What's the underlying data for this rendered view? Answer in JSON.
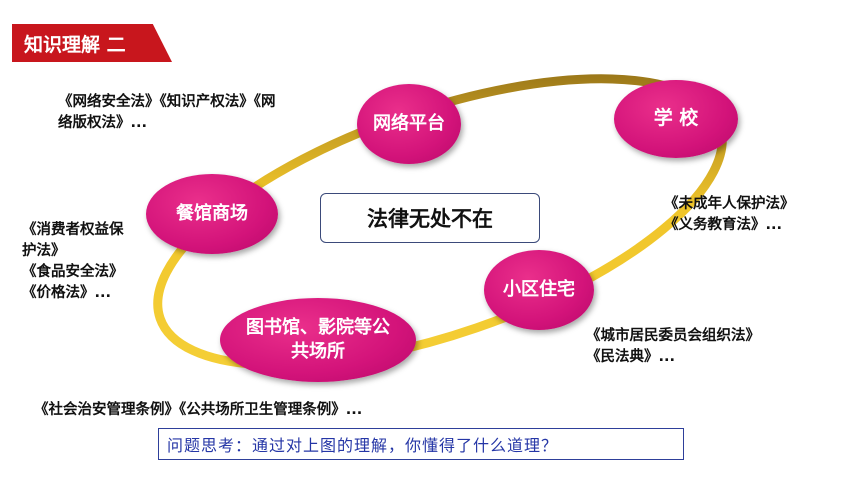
{
  "title": "知识理解 二",
  "center_label": "法律无处不在",
  "nodes": {
    "network": "网络平台",
    "school": "学 校",
    "restaurant": "餐馆商场",
    "community": "小区住宅",
    "library": "图书馆、影院等公\n共场所"
  },
  "laws": {
    "network": "《网络安全法》《知识产权法》《网\n络版权法》...",
    "school": "《未成年人保护法》\n《义务教育法》...",
    "restaurant": "《消费者权益保\n护法》\n《食品安全法》\n《价格法》...",
    "community": "《城市居民委员会组织法》\n《民法典》...",
    "library": "《社会治安管理条例》《公共场所卫生管理条例》..."
  },
  "question": "问题思考：通过对上图的理解，你懂得了什么道理？",
  "colors": {
    "banner": "#c8161d",
    "node": "#d3137a",
    "ring_light": "#f3cb2e",
    "ring_dark": "#7a5c12",
    "question_text": "#2536a6"
  }
}
